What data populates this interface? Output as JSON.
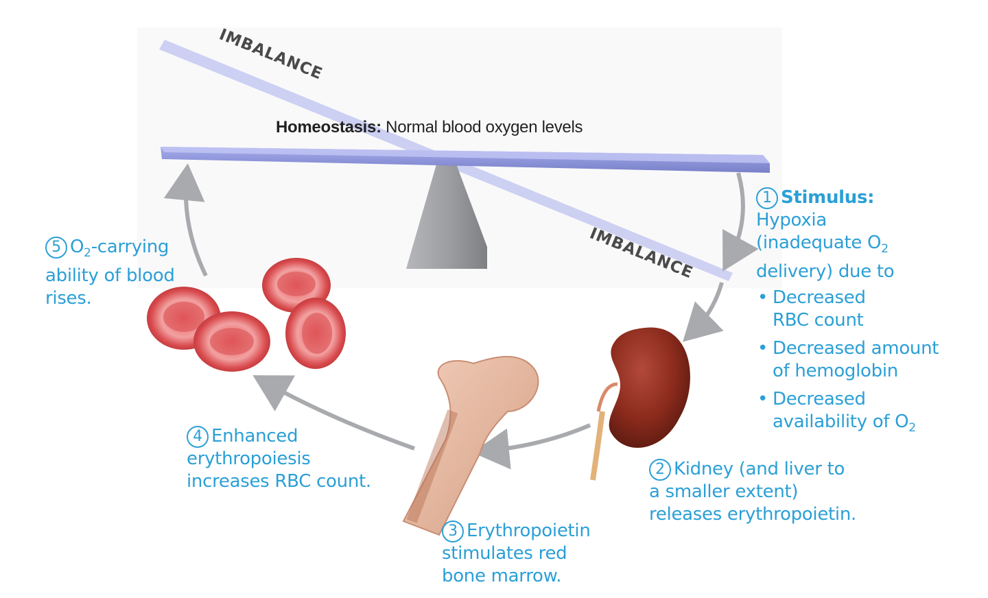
{
  "homeostasis": {
    "label_bold": "Homeostasis:",
    "label_rest": " Normal blood oxygen levels"
  },
  "imbalance_top": "IMBALANCE",
  "imbalance_bottom": "IMBALANCE",
  "steps": [
    {
      "number": "1",
      "heading": "Stimulus:",
      "lines": [
        "Hypoxia",
        "(inadequate O",
        "2",
        "delivery) due to"
      ],
      "bullets": [
        [
          "Decreased",
          "RBC count"
        ],
        [
          "Decreased amount",
          "of hemoglobin"
        ],
        [
          "Decreased",
          "availability of O",
          "2"
        ]
      ]
    },
    {
      "number": "2",
      "lines": [
        "Kidney (and liver to",
        "a smaller extent)",
        "releases erythropoietin."
      ]
    },
    {
      "number": "3",
      "lines": [
        "Erythropoietin",
        "stimulates red",
        "bone marrow."
      ]
    },
    {
      "number": "4",
      "lines": [
        "Enhanced",
        "erythropoiesis",
        "increases RBC count."
      ]
    },
    {
      "number": "5",
      "lines": [
        "O",
        "2",
        "-carrying",
        "ability of blood",
        "rises."
      ]
    }
  ],
  "colors": {
    "text_blue": "#2b9fd6",
    "seesaw": "#8b93d6",
    "arrow_gray": "#a8aaad",
    "rbc_red": "#d94c4f",
    "kidney": "#8a2a1c",
    "bone": "#e8b8a0"
  }
}
